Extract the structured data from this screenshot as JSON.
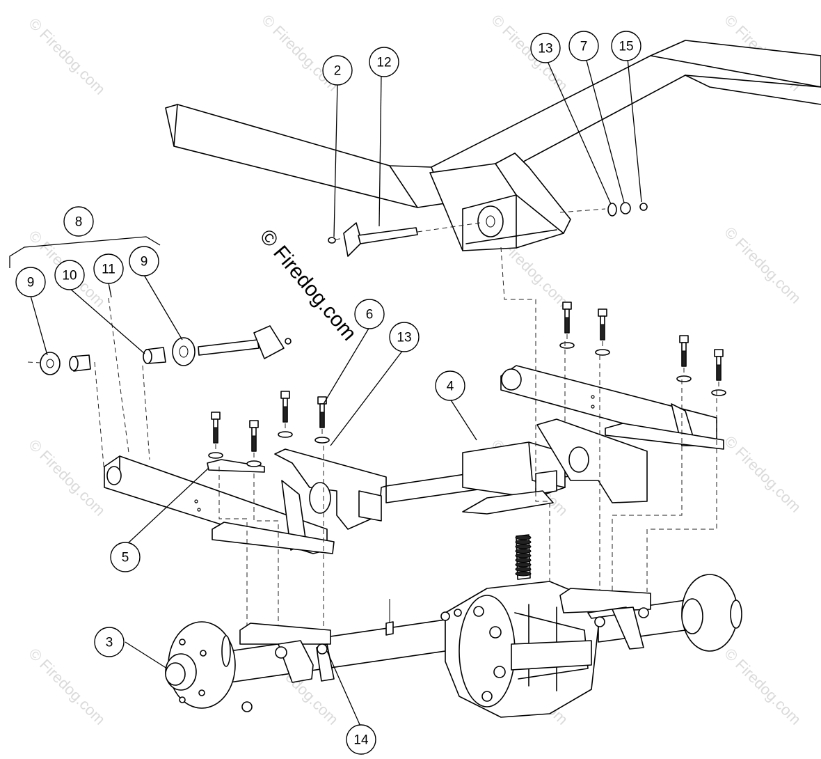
{
  "watermark": {
    "text": "© Firedog.com"
  },
  "center_watermark": {
    "text": "© Firedog.com"
  },
  "callouts": [
    {
      "id": "2"
    },
    {
      "id": "12"
    },
    {
      "id": "13"
    },
    {
      "id": "7"
    },
    {
      "id": "15"
    },
    {
      "id": "8"
    },
    {
      "id": "9"
    },
    {
      "id": "10"
    },
    {
      "id": "11"
    },
    {
      "id": "9"
    },
    {
      "id": "6"
    },
    {
      "id": "13"
    },
    {
      "id": "4"
    },
    {
      "id": "5"
    },
    {
      "id": "3"
    },
    {
      "id": "14"
    }
  ]
}
